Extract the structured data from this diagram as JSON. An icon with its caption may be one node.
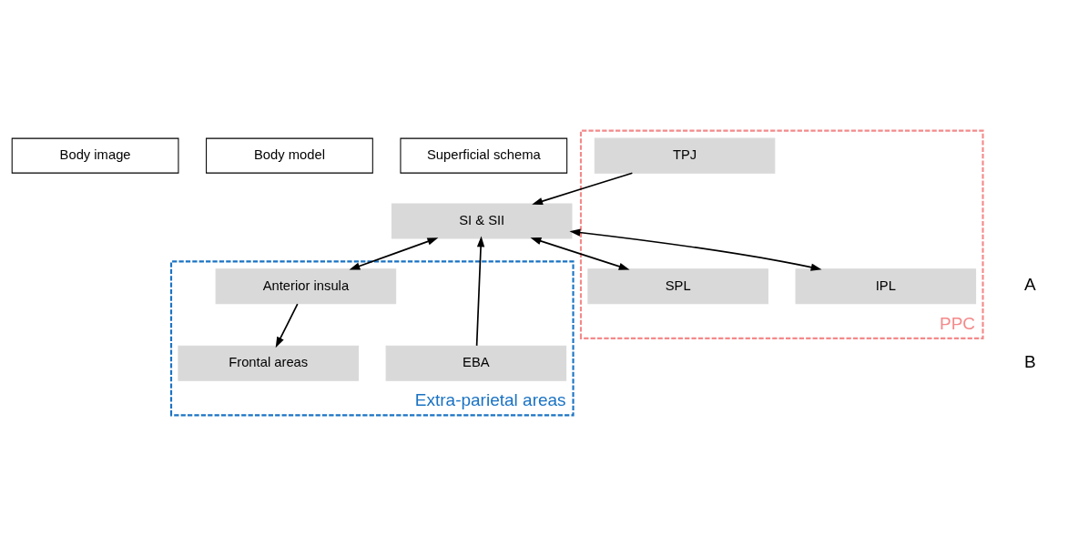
{
  "diagram": {
    "nodes": [
      {
        "text": [
          "Body image"
        ]
      },
      {
        "text": [
          "Body model"
        ]
      },
      {
        "text": [
          "Superficial schema"
        ]
      },
      {
        "text": [
          "SI & SII"
        ]
      },
      {
        "text": [
          "PPC"
        ]
      },
      {
        "text": [
          "IPL"
        ],
        "in": 4
      },
      {
        "text": [
          "SPL"
        ],
        "in": 4
      },
      {
        "text": [
          "TPJ"
        ],
        "in": 4
      },
      {
        "text": [
          "Extra-parietal areas"
        ]
      },
      {
        "text": [
          "EBA"
        ],
        "in": 8
      },
      {
        "text": [
          "Anterior insula"
        ],
        "in": 8
      },
      {
        "text": [
          "Frontal areas"
        ],
        "in": 8
      }
    ],
    "edges": [
      {
        "from": 3,
        "to": 10,
        "arrow": "both"
      },
      {
        "from": 9,
        "to": 3,
        "arrow": "to"
      },
      {
        "from": 3,
        "to": 5,
        "arrow": "both"
      },
      {
        "from": 3,
        "to": 6,
        "arrow": "both"
      },
      {
        "from": 7,
        "to": 3,
        "arrow": "to"
      },
      {
        "from": 10,
        "to": 11,
        "arrow": "to"
      }
    ],
    "labels": [
      "A",
      "B"
    ]
  }
}
